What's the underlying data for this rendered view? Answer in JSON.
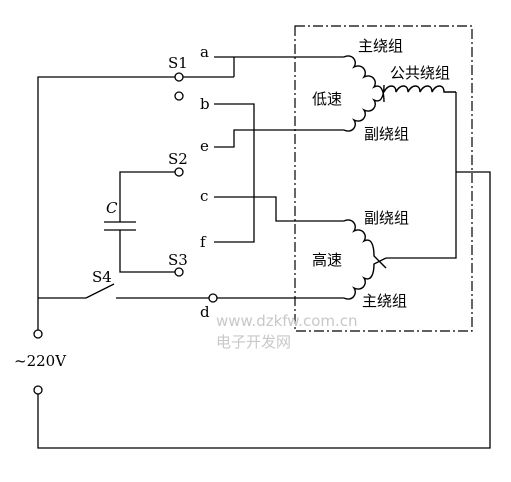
{
  "labels": {
    "s1": "S1",
    "s2": "S2",
    "s3": "S3",
    "s4": "S4",
    "capacitor": "C",
    "voltage": "~220V",
    "a": "a",
    "b": "b",
    "e": "e",
    "c": "c",
    "f": "f",
    "d": "d"
  },
  "windings": {
    "main_upper": "主绕组",
    "common": "公共绕组",
    "aux_upper": "副绕组",
    "aux_lower": "副绕组",
    "main_lower": "主绕组"
  },
  "speeds": {
    "low": "低速",
    "high": "高速"
  },
  "watermark": {
    "url": "www.dzkfw.com.cn",
    "site": "电子开发网"
  }
}
